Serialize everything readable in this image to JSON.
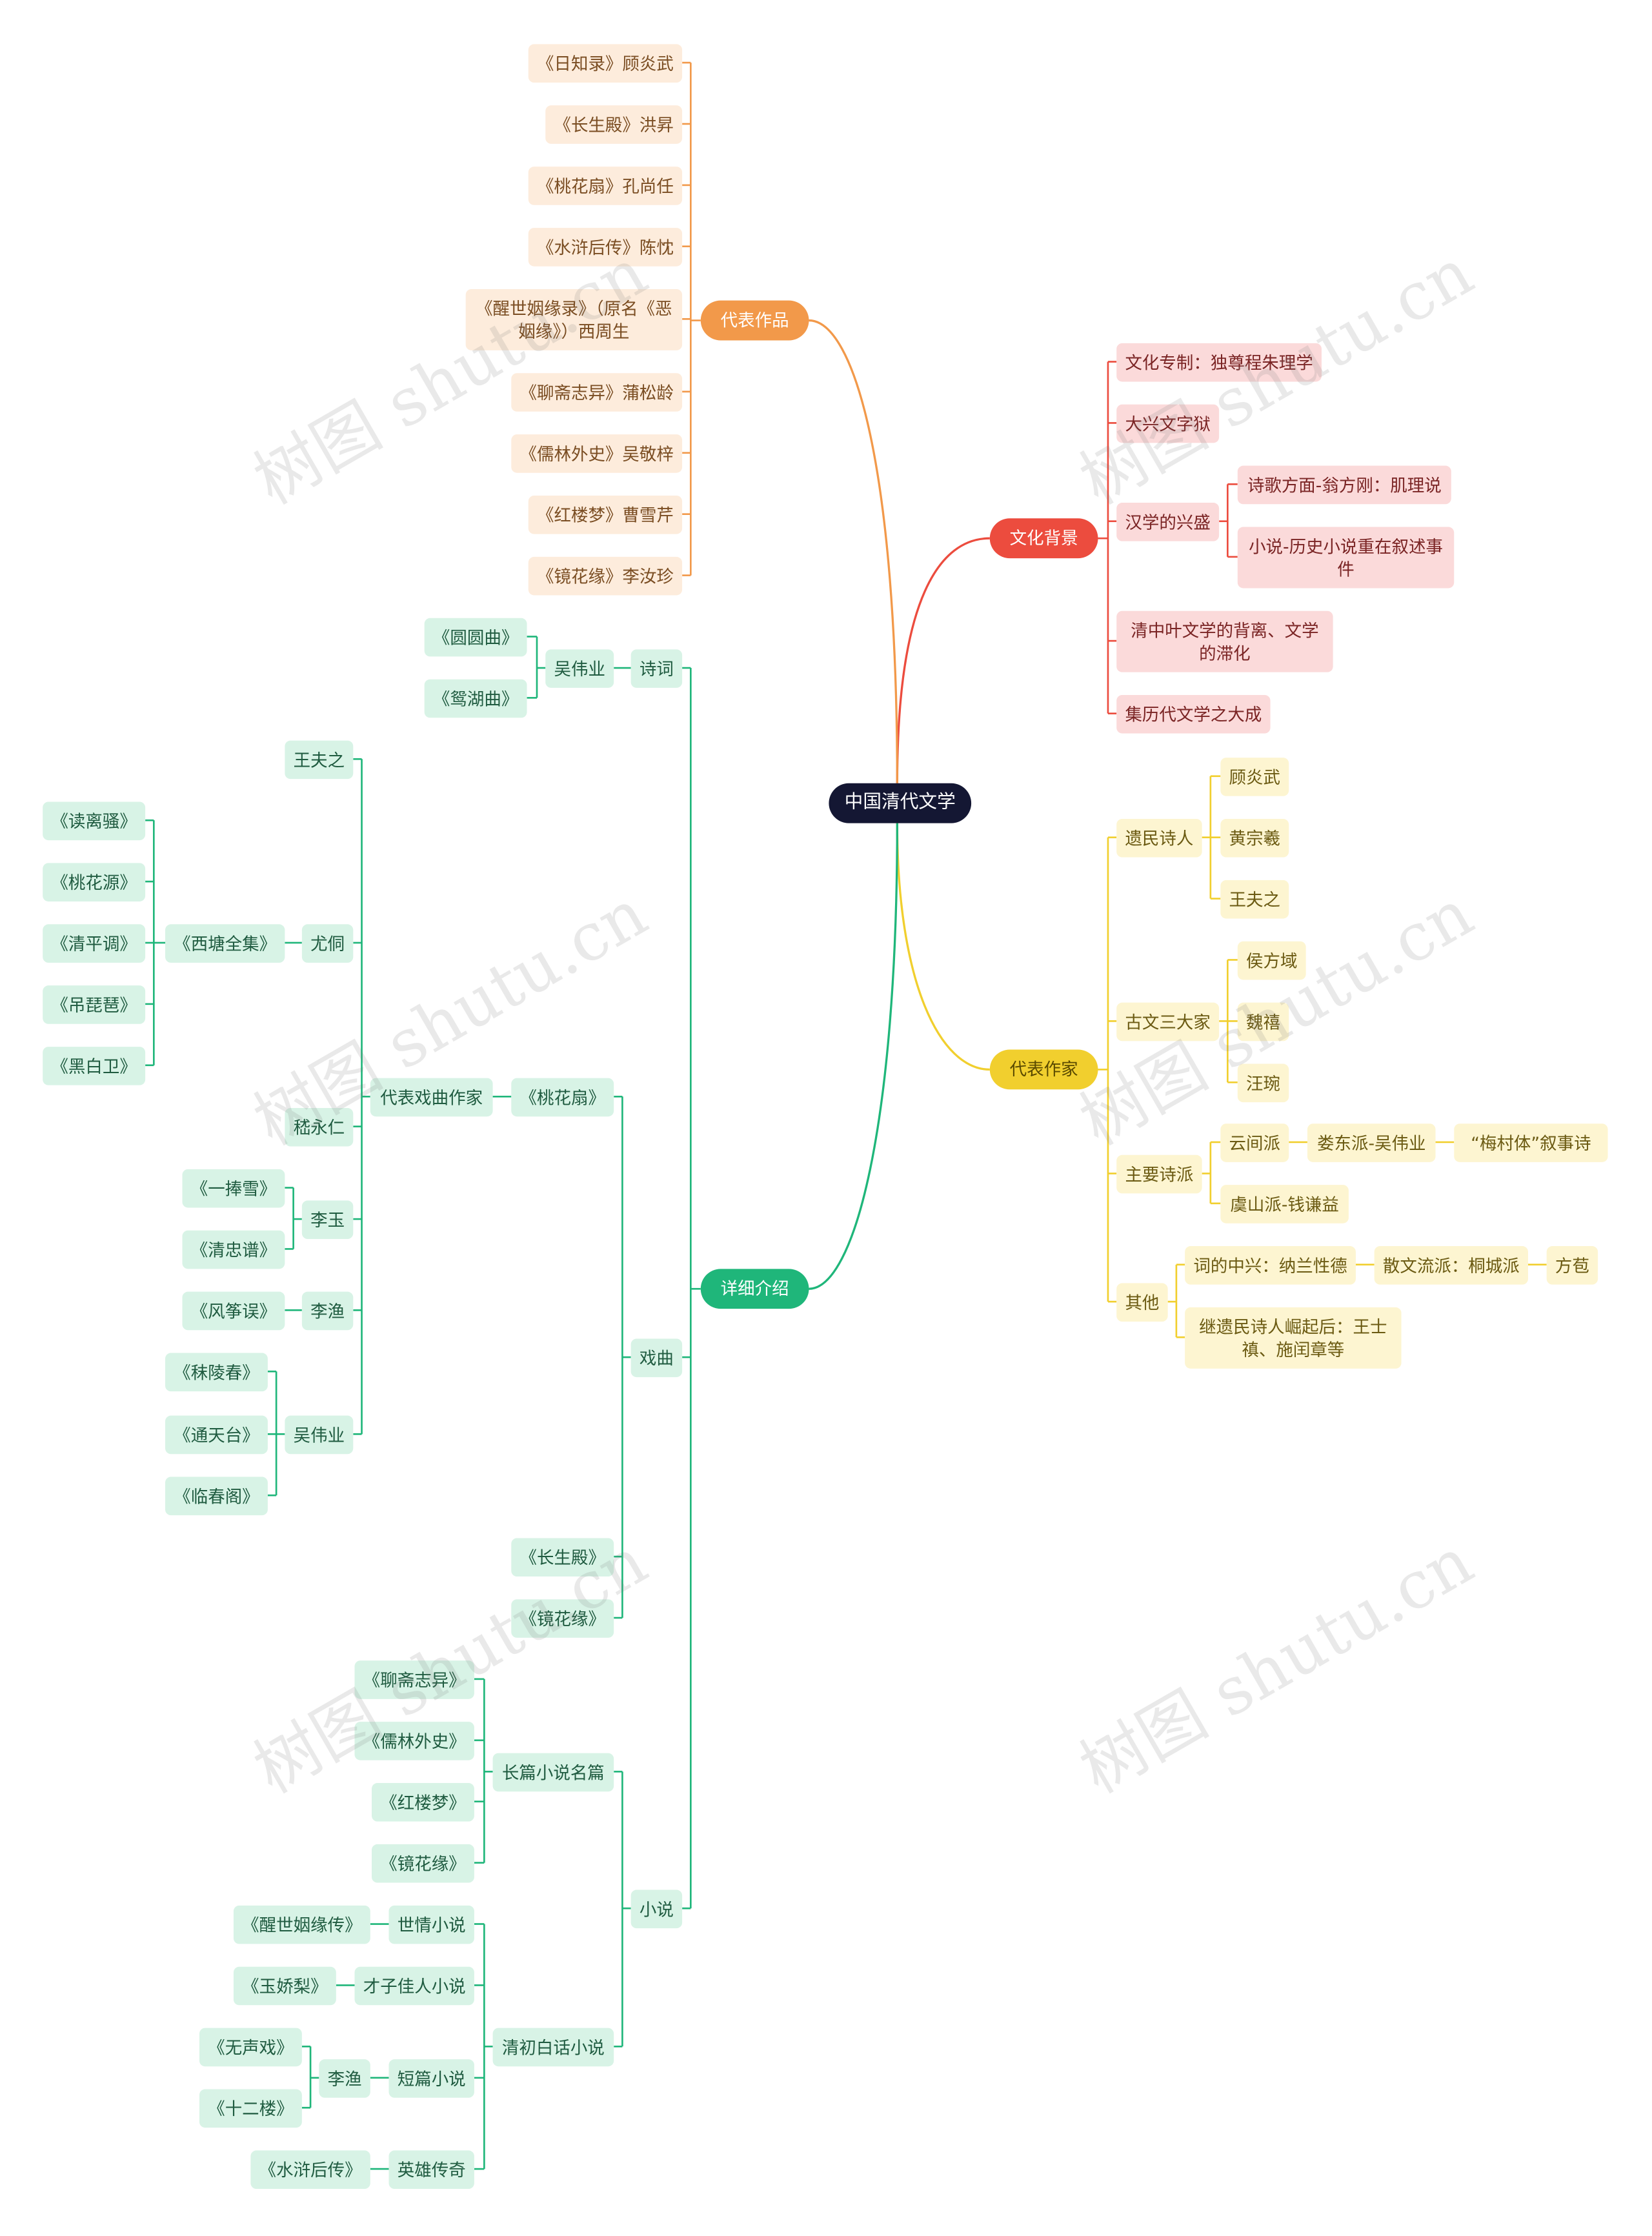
{
  "root": "中国清代文学",
  "branches": {
    "works": {
      "label": "代表作品",
      "items": [
        "《日知录》顾炎武",
        "《长生殿》洪昇",
        "《桃花扇》孔尚任",
        "《水浒后传》陈忱",
        "《醒世姻缘录》（原名《恶姻缘》）西周生",
        "《聊斋志异》蒲松龄",
        "《儒林外史》吴敬梓",
        "《红楼梦》曹雪芹",
        "《镜花缘》李汝珍"
      ]
    },
    "culture": {
      "label": "文化背景",
      "items": [
        "文化专制：独尊程朱理学",
        "大兴文字狱",
        "汉学的兴盛",
        "清中叶文学的背离、文学的滞化",
        "集历代文学之大成"
      ],
      "hanxue": [
        "诗歌方面-翁方刚：肌理说",
        "小说-历史小说重在叙述事件"
      ]
    },
    "authors": {
      "label": "代表作家",
      "yimin": {
        "label": "遗民诗人",
        "items": [
          "顾炎武",
          "黄宗羲",
          "王夫之"
        ]
      },
      "guwen": {
        "label": "古文三大家",
        "items": [
          "侯方域",
          "魏禧",
          "汪琬"
        ]
      },
      "school": {
        "label": "主要诗派",
        "yunjian": "云间派",
        "loudong": "娄东派-吴伟业",
        "meicun": "“梅村体”叙事诗",
        "yushan": "虞山派-钱谦益"
      },
      "other": {
        "label": "其他",
        "ci": "词的中兴：纳兰性德",
        "sanwen": "散文流派：桐城派",
        "fangbao": "方苞",
        "after": "继遗民诗人崛起后：王士禛、施闰章等"
      }
    },
    "detail": {
      "label": "详细介绍",
      "poetry": {
        "label": "诗词",
        "author": "吴伟业",
        "works": [
          "《圆圆曲》",
          "《鸳湖曲》"
        ]
      },
      "drama": {
        "label": "戏曲",
        "taohua": "《桃花扇》",
        "writers": "代表戏曲作家",
        "wangfuzhi": "王夫之",
        "youtong": "尤侗",
        "xitang": "《西塘全集》",
        "xitang_items": [
          "《读离骚》",
          "《桃花源》",
          "《清平调》",
          "《吊琵琶》",
          "《黑白卫》"
        ],
        "jiyongren": "嵇永仁",
        "liyu1": "李玉",
        "liyu1_items": [
          "《一捧雪》",
          "《清忠谱》"
        ],
        "liyu2": "李渔",
        "liyu2_item": "《风筝误》",
        "wuweiye": "吴伟业",
        "wuweiye_items": [
          "《秣陵春》",
          "《通天台》",
          "《临春阁》"
        ],
        "changsheng": "《长生殿》",
        "jinghua": "《镜花缘》"
      },
      "novel": {
        "label": "小说",
        "long": {
          "label": "长篇小说名篇",
          "items": [
            "《聊斋志异》",
            "《儒林外史》",
            "《红楼梦》",
            "《镜花缘》"
          ]
        },
        "baihua": {
          "label": "清初白话小说",
          "shiqing": "世情小说",
          "shiqing_item": "《醒世姻缘传》",
          "caizi": "才子佳人小说",
          "caizi_item": "《玉娇梨》",
          "duanpian": "短篇小说",
          "liyu": "李渔",
          "liyu_items": [
            "《无声戏》",
            "《十二楼》"
          ],
          "yingxiong": "英雄传奇",
          "yingxiong_item": "《水浒后传》"
        }
      }
    }
  },
  "watermark": "树图 shutu.cn",
  "colors": {
    "orange": "#f2994a",
    "red": "#ec4c3e",
    "yellow": "#f1cf2e",
    "green": "#1fb67a",
    "root": "#141733"
  }
}
